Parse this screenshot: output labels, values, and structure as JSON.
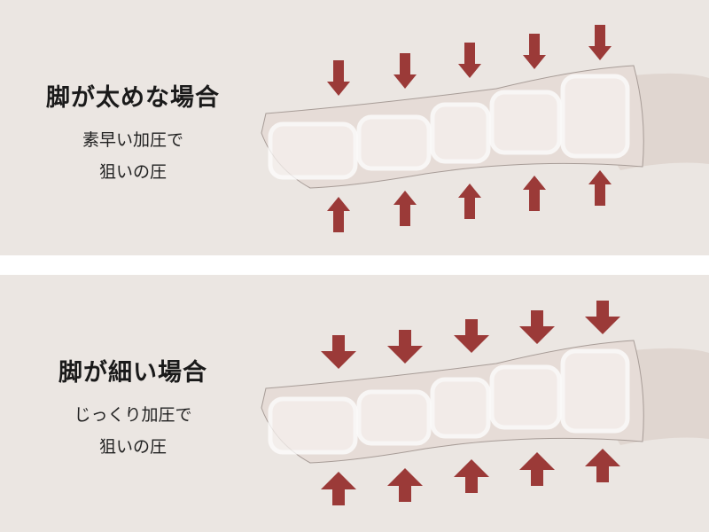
{
  "panels": [
    {
      "title": "脚が太めな場合",
      "line1": "素早い加圧で",
      "line2": "狙いの圧",
      "arrow_style": "thin"
    },
    {
      "title": "脚が細い場合",
      "line1": "じっくり加圧で",
      "line2": "狙いの圧",
      "arrow_style": "bold"
    }
  ],
  "colors": {
    "background": "#ebe6e2",
    "arrow": "#9b3a38",
    "divider": "#ffffff"
  }
}
